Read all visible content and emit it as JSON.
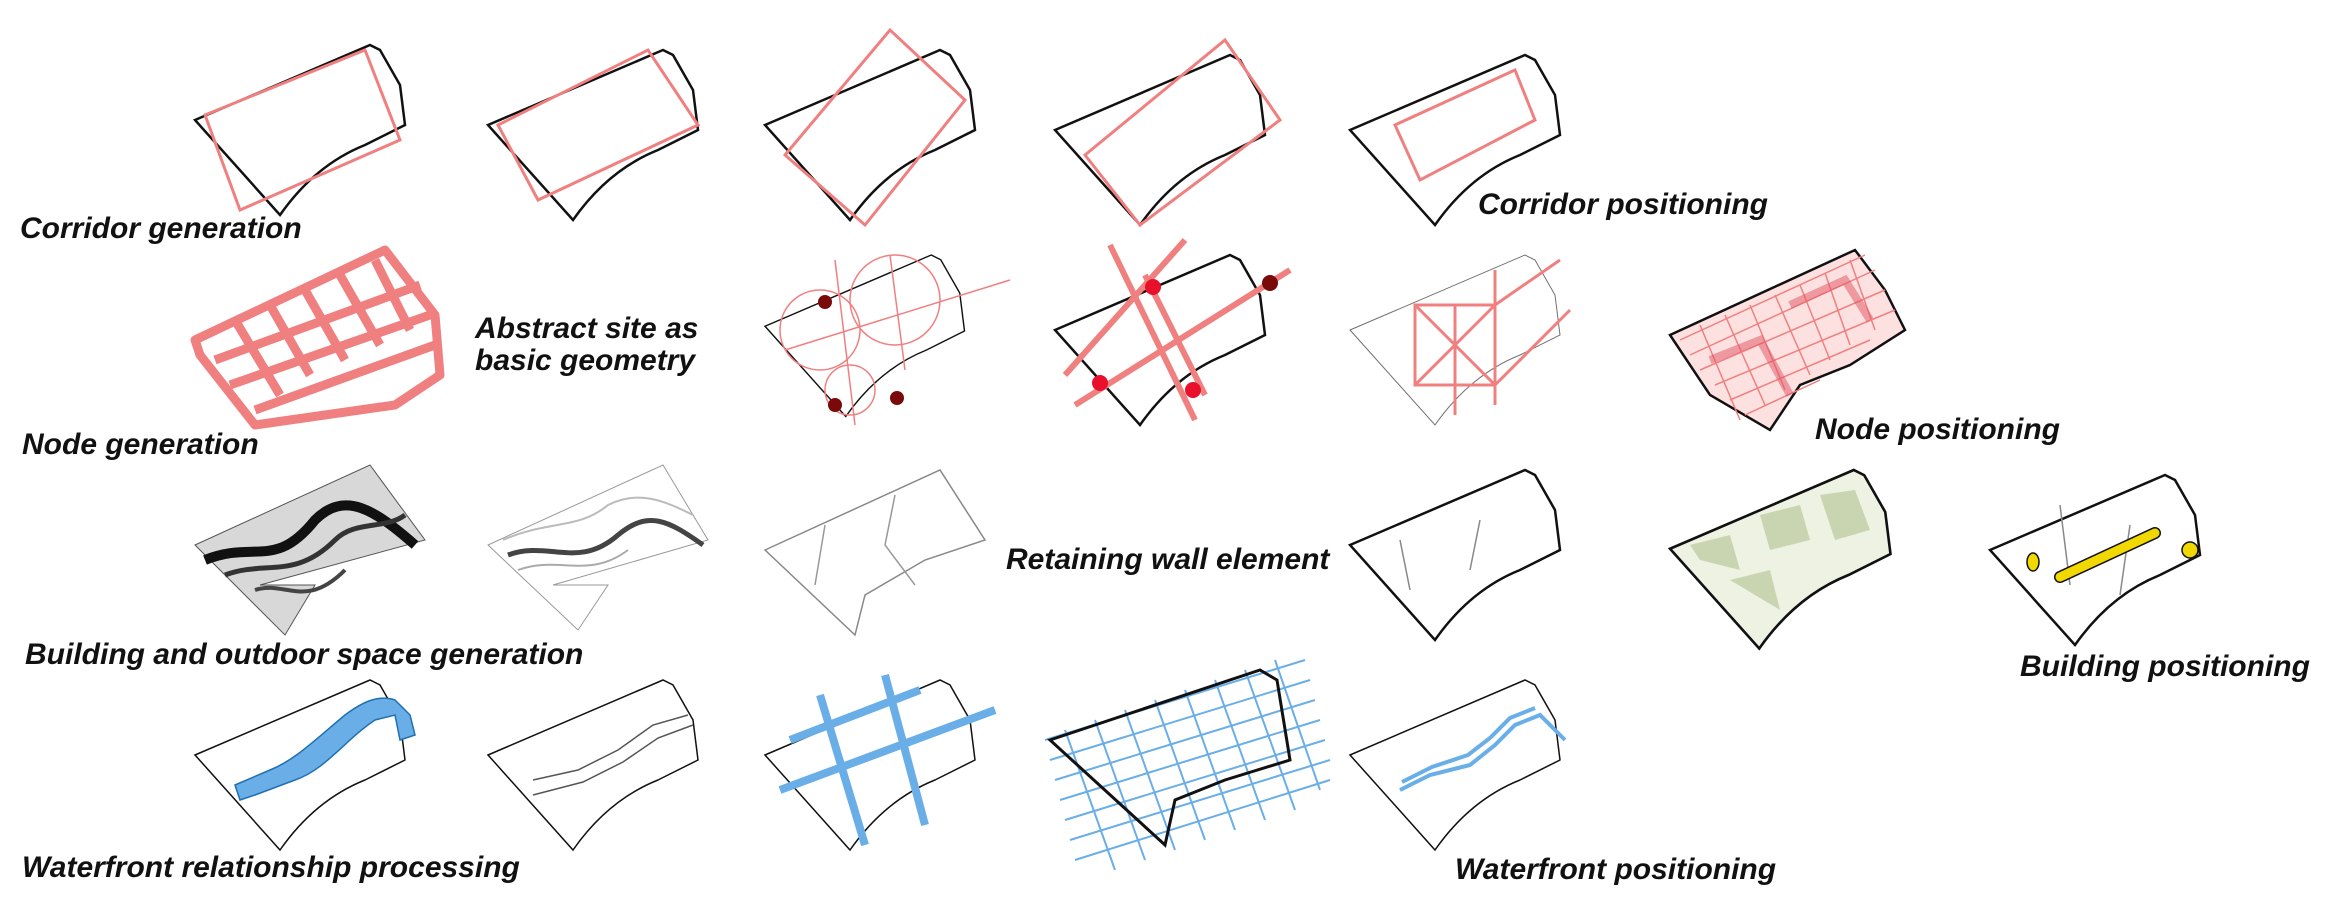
{
  "labels": {
    "corridor_generation": "Corridor generation",
    "corridor_positioning": "Corridor positioning",
    "abstract_site_line1": "Abstract site as",
    "abstract_site_line2": "basic geometry",
    "node_generation": "Node generation",
    "node_positioning": "Node positioning",
    "retaining_wall": "Retaining wall element",
    "building_outdoor": "Building and outdoor space generation",
    "building_positioning": "Building positioning",
    "waterfront_processing": "Waterfront relationship processing",
    "waterfront_positioning": "Waterfront positioning"
  },
  "colors": {
    "outline": "#111111",
    "corridor": "#f08080",
    "node_dot": "#e8102a",
    "node_dot_dark": "#7a0a0a",
    "water": "#6aaee8",
    "building": "#f0d800",
    "vegetation": "#c9d5b0"
  }
}
